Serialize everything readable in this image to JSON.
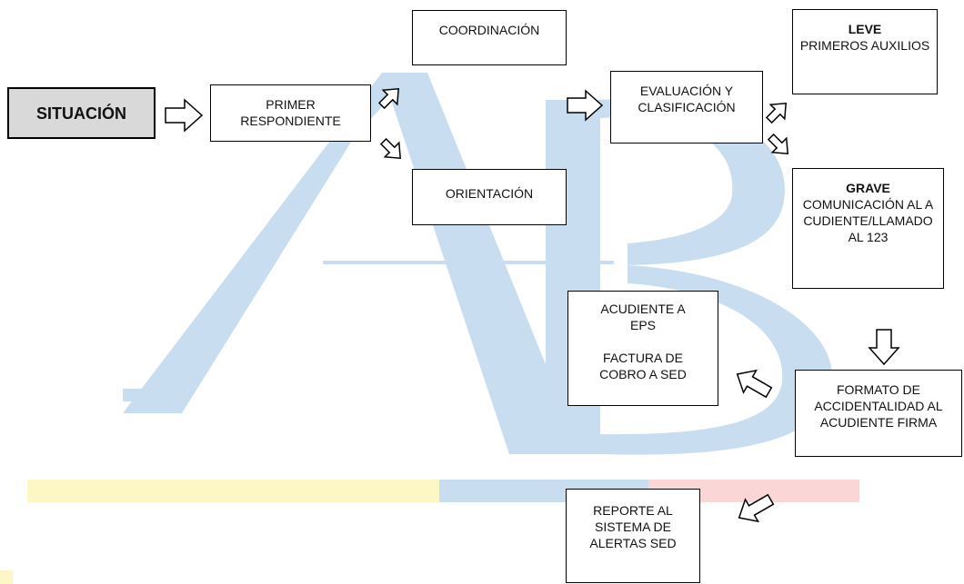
{
  "flow": {
    "start": "SITUACIÓN",
    "first_responder": "PRIMER RESPONDIENTE",
    "coordination": "COORDINACIÓN",
    "orientation": "ORIENTACIÓN",
    "evaluation": "EVALUACIÓN Y CLASIFICACIÓN",
    "leve": {
      "title": "LEVE",
      "text": "PRIMEROS AUXILIOS"
    },
    "grave": {
      "title": "GRAVE",
      "text": "COMUNICACIÓN AL ACUDIENTE/LLAMADO AL 123"
    },
    "eps": {
      "line1": "ACUDIENTE A EPS",
      "line2": "FACTURA DE COBRO A SED"
    },
    "accident_form": "FORMATO DE ACCIDENTALIDAD AL ACUDIENTE FIRMA",
    "alert_report": "REPORTE AL SISTEMA DE ALERTAS SED"
  },
  "colors": {
    "watermark_blue": "#c9ddf1",
    "band_yellow": "#fdf6c5",
    "band_blue": "#c9ddf1",
    "band_red": "#fbd6d6",
    "start_fill": "#d9d9d9"
  }
}
